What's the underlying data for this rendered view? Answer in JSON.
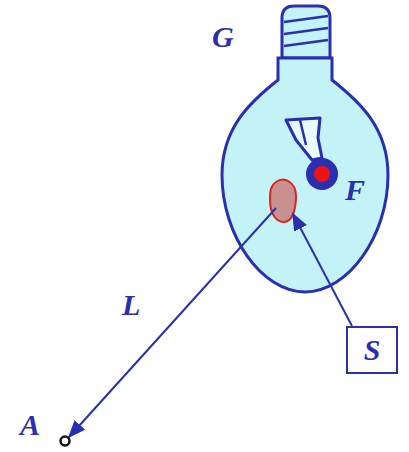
{
  "diagram": {
    "nodes": [
      {
        "text": [
          "S"
        ]
      }
    ],
    "labels": [
      "G",
      "F",
      "L",
      "A"
    ]
  }
}
